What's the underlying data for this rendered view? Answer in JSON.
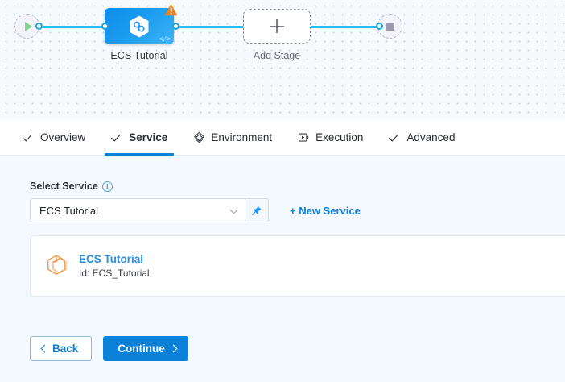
{
  "canvas": {
    "start_node_icon": "play-icon",
    "end_node_icon": "stop-icon",
    "stage": {
      "label": "ECS Tutorial",
      "icon": "hexagon-service-icon",
      "warning_icon": "warning-triangle-icon",
      "code_icon": "code-brackets-icon"
    },
    "add_stage": {
      "label": "Add Stage",
      "icon": "plus-icon"
    }
  },
  "tabs": [
    {
      "label": "Overview",
      "icon": "check-icon",
      "active": false
    },
    {
      "label": "Service",
      "icon": "check-icon",
      "active": true
    },
    {
      "label": "Environment",
      "icon": "layers-icon",
      "active": false
    },
    {
      "label": "Execution",
      "icon": "play-box-icon",
      "active": false
    },
    {
      "label": "Advanced",
      "icon": "check-icon",
      "active": false
    }
  ],
  "service_section": {
    "field_label": "Select Service",
    "info_icon": "info-icon",
    "info_glyph": "i",
    "select_value": "ECS Tutorial",
    "chevron_icon": "chevron-down-icon",
    "pin_icon": "pin-icon",
    "new_service_label": "+ New Service",
    "card": {
      "icon": "cube-icon",
      "title": "ECS Tutorial",
      "subtitle": "Id: ECS_Tutorial"
    }
  },
  "footer": {
    "back_label": "Back",
    "continue_label": "Continue",
    "back_icon": "chevron-left-icon",
    "continue_icon": "chevron-right-icon"
  },
  "colors": {
    "accent_blue": "#0a80d6",
    "wire_blue": "#27bcf0",
    "warning_orange": "#f0821e",
    "card_icon_orange": "#e8913c",
    "play_green": "#7dd88b",
    "canvas_bg": "#f7fafd",
    "main_bg": "#f4f9ff"
  }
}
